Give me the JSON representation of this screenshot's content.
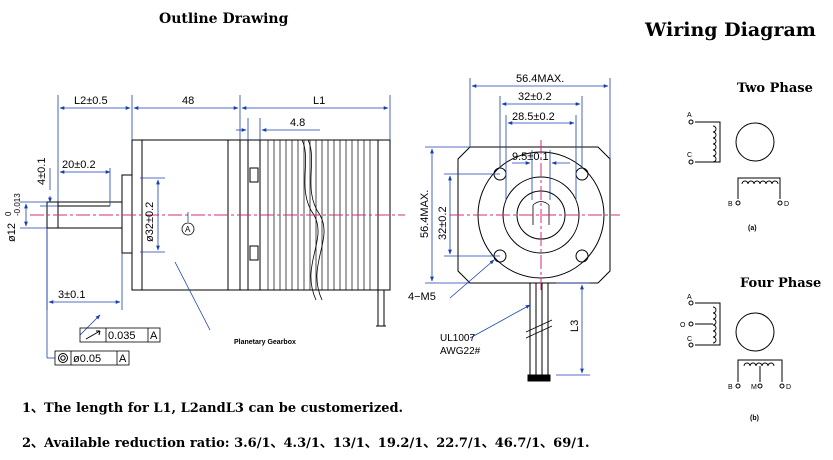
{
  "titles": {
    "outline": "Outline Drawing",
    "wiring": "Wiring Diagram",
    "two_phase": "Two Phase",
    "four_phase": "Four Phase"
  },
  "side_view": {
    "dim_l2": "L2±0.5",
    "dim_48": "48",
    "dim_l1": "L1",
    "dim_4_8": "4.8",
    "dim_20": "20±0.2",
    "dim_4": "4±0.1",
    "dim_32": "ø32±0.2",
    "dim_3": "3±0.1",
    "dim_shaft_nominal": "ø12",
    "dim_shaft_tol_upper": "0",
    "dim_shaft_tol_lower": "-0.013",
    "datum": "A",
    "runout": "0.035",
    "runout_datum": "A",
    "concentricity": "ø0.05",
    "concentricity_datum": "A",
    "gearbox_label": "Planetary Gearbox"
  },
  "front_view": {
    "dim_56_top": "56.4MAX.",
    "dim_32_top": "32±0.2",
    "dim_28_5": "28.5±0.2",
    "dim_9_5": "9.5±0.1",
    "dim_56_side": "56.4MAX.",
    "dim_32_side": "32±0.2",
    "mount_holes": "4−M5",
    "cable_type": "UL1007",
    "cable_gauge": "AWG22#",
    "dim_l3": "L3"
  },
  "wiring": {
    "two_phase": {
      "pin_a": "A",
      "pin_c": "C",
      "pin_b": "B",
      "pin_d": "D",
      "caption": "(a)"
    },
    "four_phase": {
      "pin_a": "A",
      "pin_o1": "O",
      "pin_c": "C",
      "pin_b": "B",
      "pin_m": "M",
      "pin_d": "D",
      "caption": "(b)"
    }
  },
  "notes": {
    "note1": "1、The length for L1, L2andL3 can be customerized.",
    "note2": "2、Available reduction ratio: 3.6/1、4.3/1、13/1、19.2/1、22.7/1、46.7/1、69/1."
  },
  "colors": {
    "centerline": "#d62b7a",
    "leader": "#1a3fb0",
    "line": "#000000"
  }
}
